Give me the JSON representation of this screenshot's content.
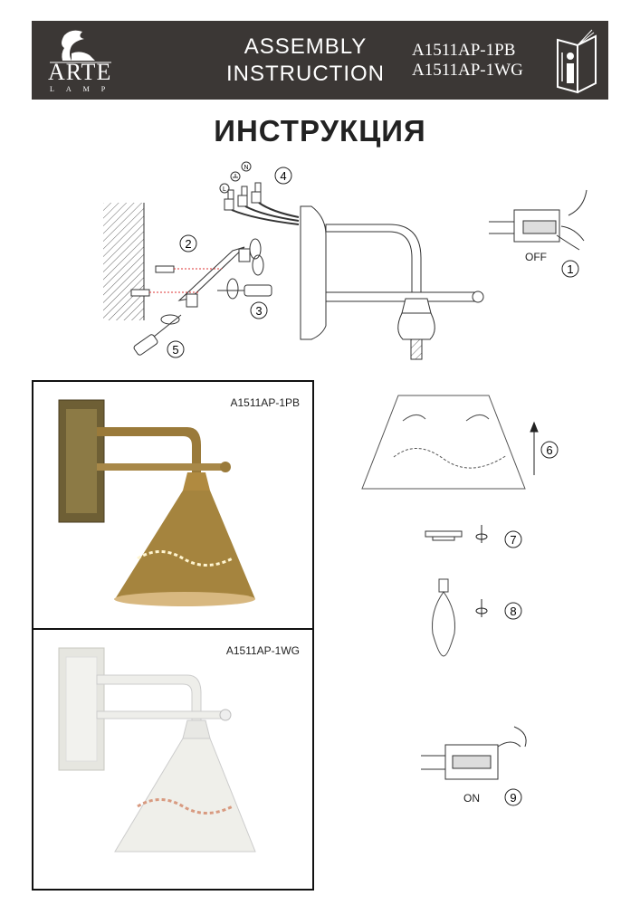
{
  "header": {
    "brand": "ARTE",
    "brand_sub": "LAMP",
    "title_line1": "ASSEMBLY",
    "title_line2": "INSTRUCTION",
    "models": [
      "A1511AP-1PB",
      "A1511AP-1WG"
    ]
  },
  "title": "ИНСТРУКЦИЯ",
  "diagram": {
    "wire_labels": [
      "L",
      "N"
    ],
    "switch_off": "OFF",
    "switch_on": "ON",
    "steps": [
      "1",
      "2",
      "3",
      "4",
      "5",
      "6",
      "7",
      "8",
      "9"
    ]
  },
  "photos": [
    {
      "label": "A1511AP-1PB",
      "finish_color": "#9a7a3a"
    },
    {
      "label": "A1511AP-1WG",
      "finish_color": "#eeeeea"
    }
  ],
  "colors": {
    "header_bg": "#3b3735"
  }
}
